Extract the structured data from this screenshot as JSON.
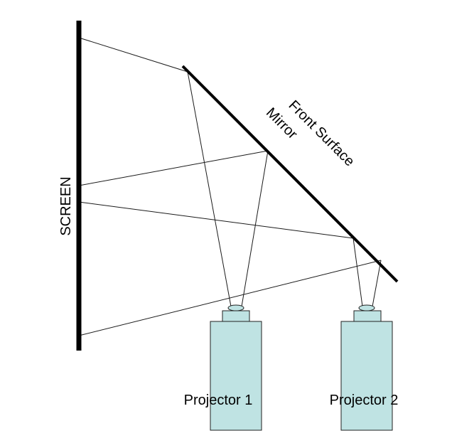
{
  "labels": {
    "screen": "SCREEN",
    "mirror_line1": "Front Surface",
    "mirror_line2": "Mirror",
    "projector1": "Projector 1",
    "projector2": "Projector 2"
  },
  "colors": {
    "background": "#ffffff",
    "screen": "#000000",
    "mirror": "#000000",
    "ray": "#1a1a1a",
    "projector_body": "#bfe3e3",
    "projector_outline": "#222222"
  }
}
